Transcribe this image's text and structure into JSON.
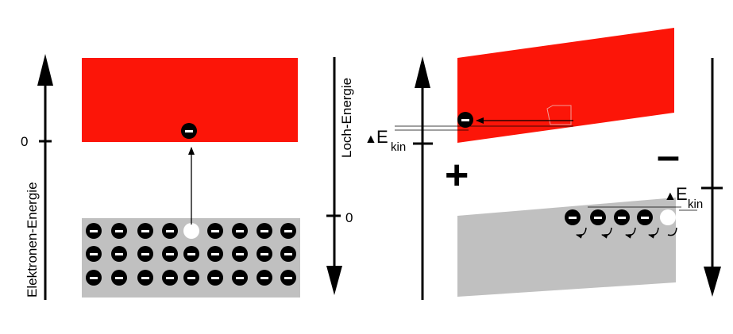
{
  "left_panel": {
    "electron_axis_label": "Elektronen-Energie",
    "hole_axis_label": "Loch-Energie",
    "electron_zero_label": "0",
    "hole_zero_label": "0",
    "conduction_band_color": "#fc1508",
    "valence_band_color": "#c0c0c0",
    "electron_sign": "-",
    "valence_rows": 3,
    "valence_columns": 9,
    "hole_position": {
      "row": 1,
      "column": 5
    }
  },
  "right_panel": {
    "plus_sign": "+",
    "minus_sign": "–",
    "left_ekin_label": {
      "delta": "▲",
      "E": "E",
      "sub": "kin"
    },
    "right_ekin_label": {
      "delta": "▲",
      "E": "E",
      "sub": "kin"
    },
    "electron_sign": "-",
    "hole_chain_count": 4
  }
}
